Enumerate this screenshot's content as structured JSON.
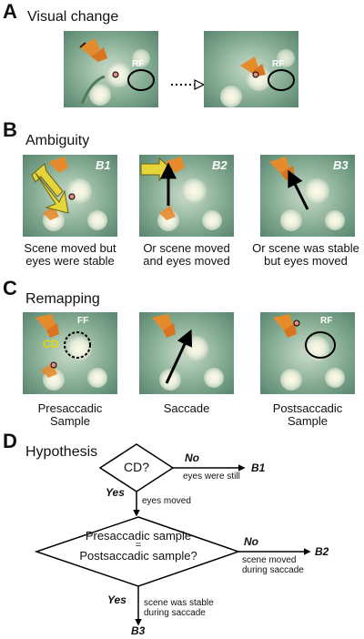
{
  "panel_a": {
    "letter": "A",
    "title": "Visual change",
    "rf_label": "RF"
  },
  "panel_b": {
    "letter": "B",
    "title": "Ambiguity",
    "tags": [
      "B1",
      "B2",
      "B3"
    ],
    "captions": [
      [
        "Scene moved but",
        "eyes were stable"
      ],
      [
        "Or scene moved",
        "and eyes moved"
      ],
      [
        "Or scene was stable",
        "but eyes moved"
      ]
    ]
  },
  "panel_c": {
    "letter": "C",
    "title": "Remapping",
    "ff_label": "FF",
    "cd_label": "CD",
    "rf_label": "RF",
    "captions": [
      [
        "Presaccadic",
        "Sample"
      ],
      [
        "Saccade",
        ""
      ],
      [
        "Postsaccadic",
        "Sample"
      ]
    ]
  },
  "panel_d": {
    "letter": "D",
    "title": "Hypothesis",
    "q1": "CD?",
    "q1_no": "No",
    "q1_no_note": "eyes were still",
    "q1_no_target": "B1",
    "q1_yes": "Yes",
    "q1_yes_note": "eyes moved",
    "q2_line1": "Presaccadic sample",
    "q2_eq": "=",
    "q2_line2": "Postsaccadic sample?",
    "q2_no": "No",
    "q2_no_note1": "scene moved",
    "q2_no_note2": "during saccade",
    "q2_no_target": "B2",
    "q2_yes": "Yes",
    "q2_yes_note1": "scene was stable",
    "q2_yes_note2": "during saccade",
    "q2_yes_target": "B3"
  },
  "colors": {
    "yellow_arrow": "#e5d43a",
    "fixation_dot": "#e88a8a",
    "cd_text": "#e2d800",
    "photo_green": "#7faa8a"
  }
}
